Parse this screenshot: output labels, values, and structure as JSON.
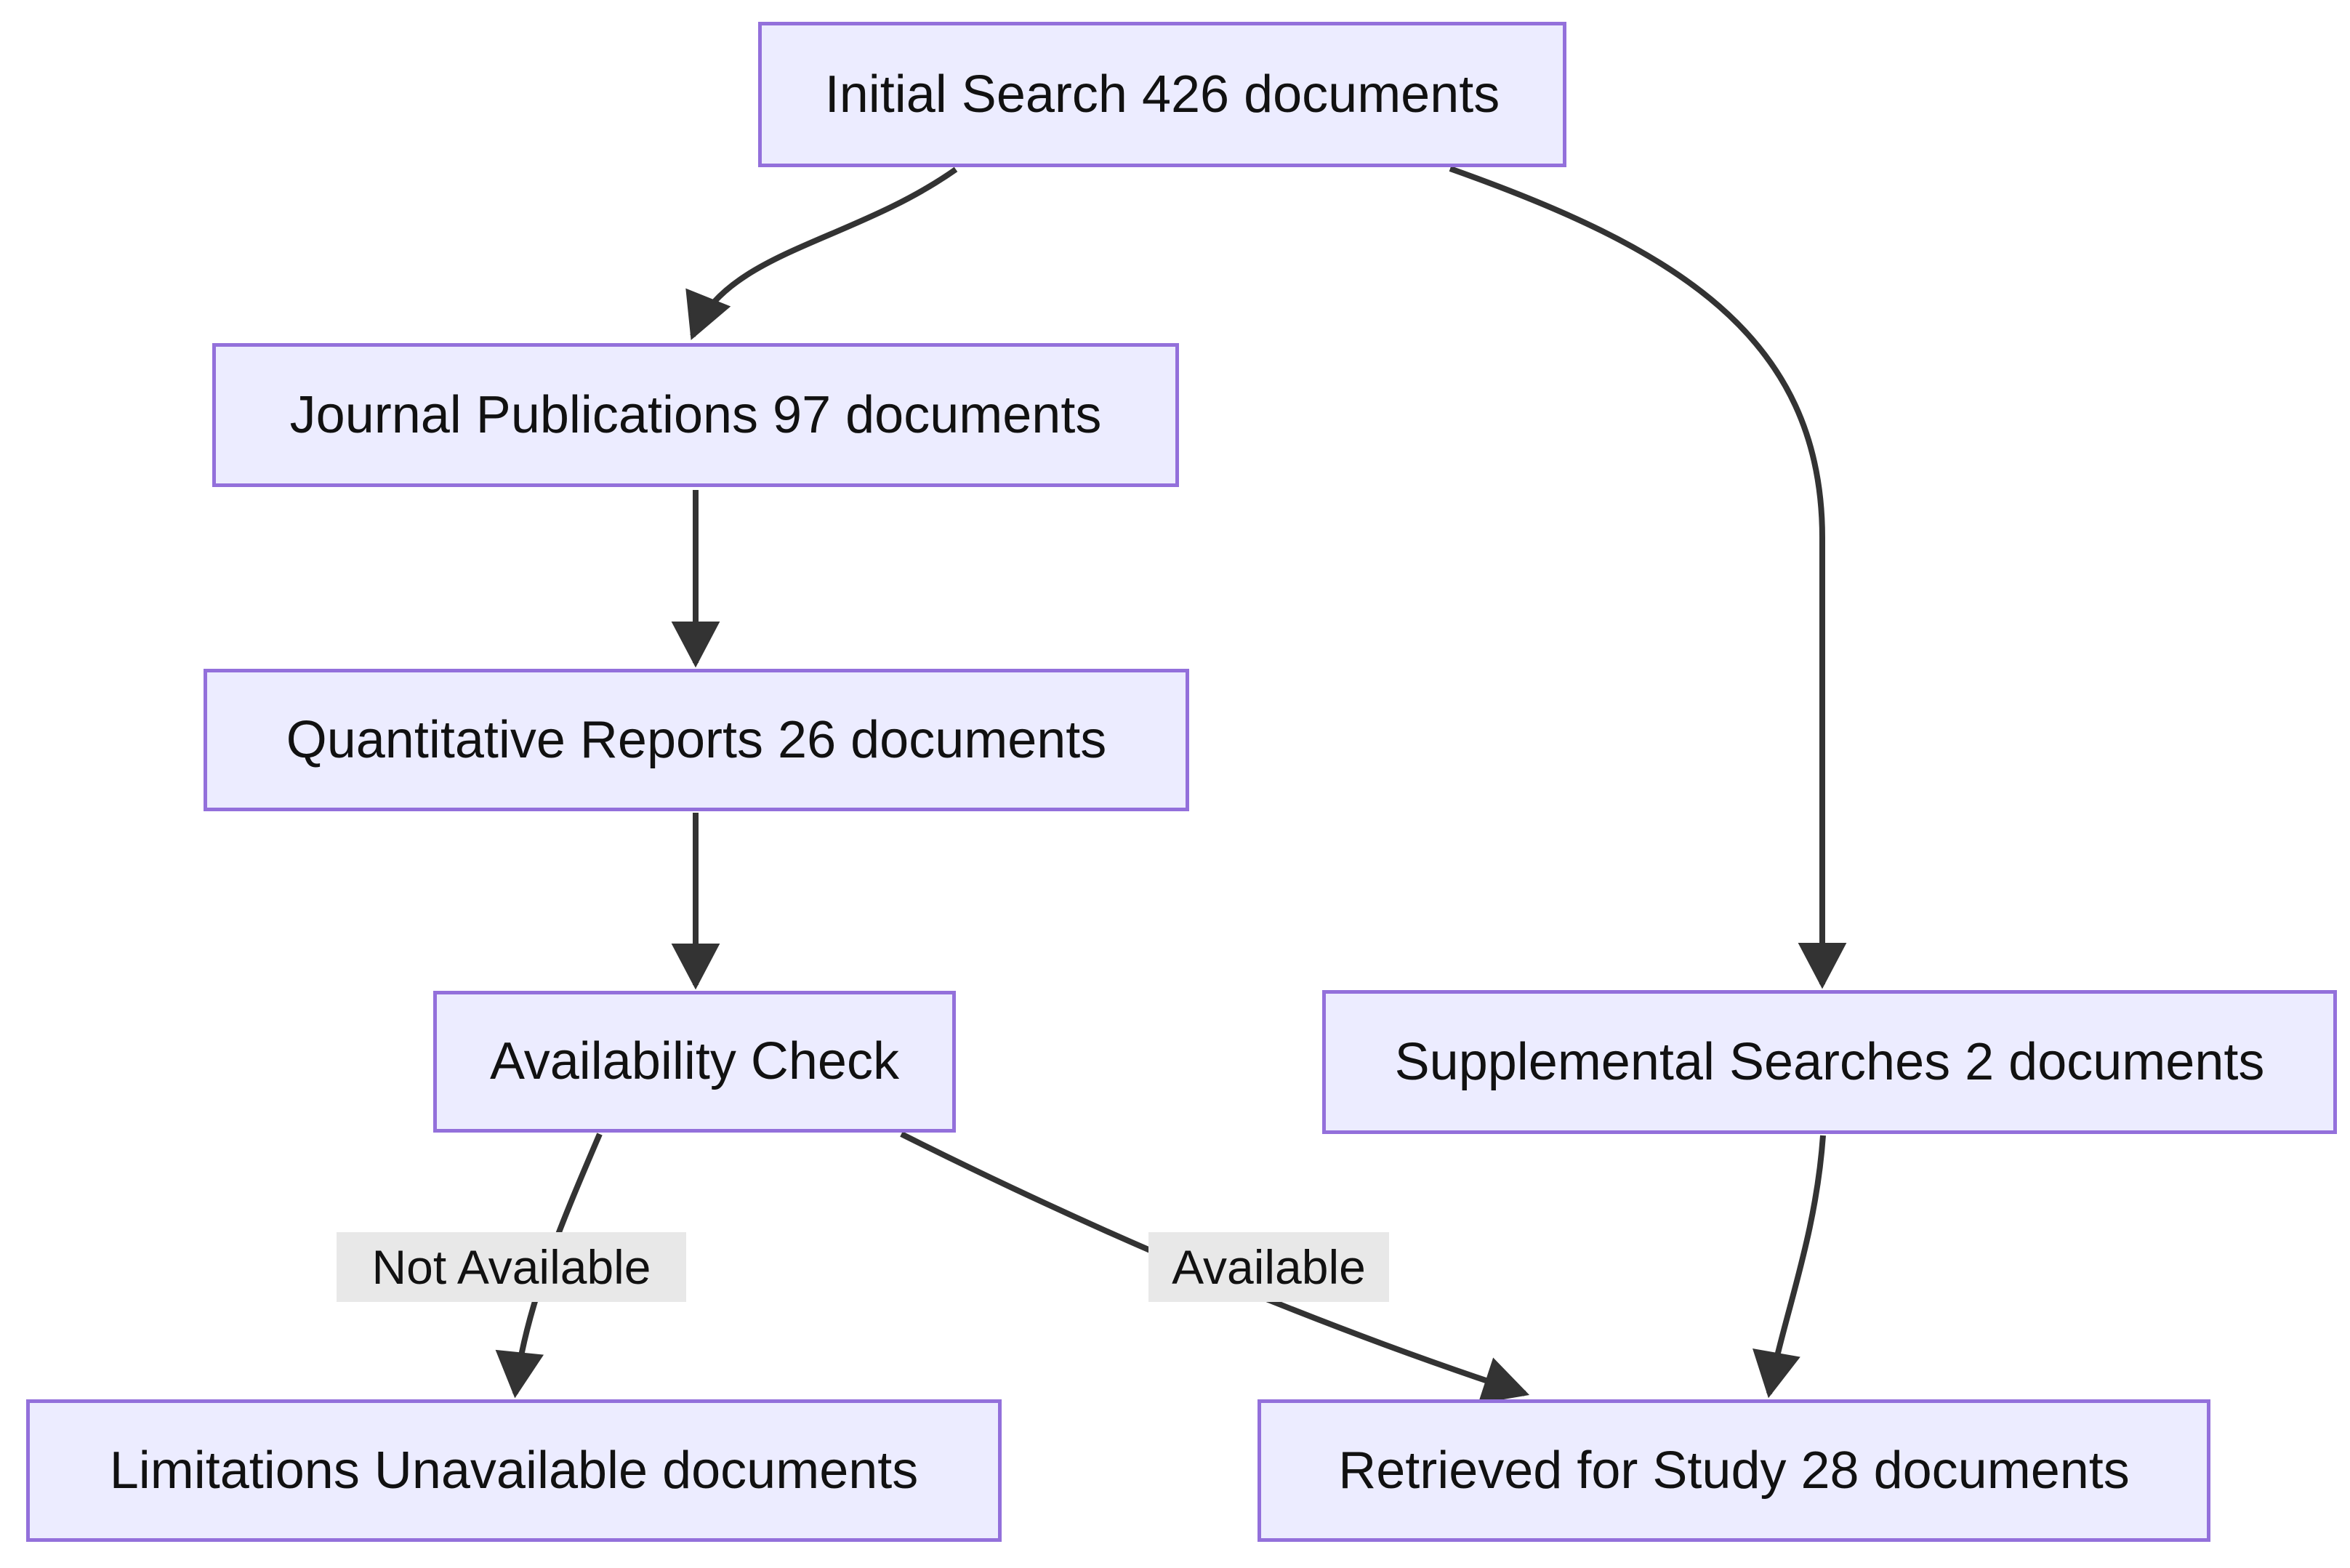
{
  "diagram": {
    "type": "flowchart",
    "nodes": {
      "initial": {
        "label": "Initial Search 426 documents"
      },
      "journal": {
        "label": "Journal Publications 97 documents"
      },
      "quantitative": {
        "label": "Quantitative Reports 26 documents"
      },
      "availability": {
        "label": "Availability Check"
      },
      "supplemental": {
        "label": "Supplemental Searches 2 documents"
      },
      "limitations": {
        "label": "Limitations Unavailable documents"
      },
      "retrieved": {
        "label": "Retrieved for Study 28 documents"
      }
    },
    "edge_labels": {
      "not_available": "Not Available",
      "available": "Available"
    },
    "edges": [
      {
        "from": "initial",
        "to": "journal",
        "label": ""
      },
      {
        "from": "journal",
        "to": "quantitative",
        "label": ""
      },
      {
        "from": "quantitative",
        "to": "availability",
        "label": ""
      },
      {
        "from": "availability",
        "to": "limitations",
        "label": "Not Available"
      },
      {
        "from": "availability",
        "to": "retrieved",
        "label": "Available"
      },
      {
        "from": "initial",
        "to": "supplemental",
        "label": ""
      },
      {
        "from": "supplemental",
        "to": "retrieved",
        "label": ""
      }
    ],
    "colors": {
      "node_fill": "#ECECFF",
      "node_border": "#9370DB",
      "edge": "#333333",
      "edge_label_bg": "#e8e8e8",
      "text": "#111111",
      "background": "#ffffff"
    }
  }
}
